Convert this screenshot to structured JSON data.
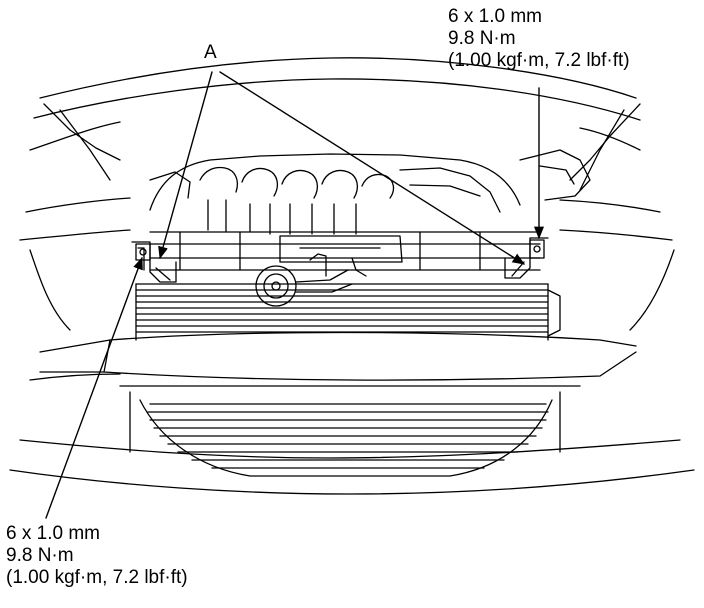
{
  "diagram": {
    "part_label": "A",
    "callouts": {
      "top_right": {
        "bolt_size": "6 x 1.0 mm",
        "torque_nm": "9.8 N·m",
        "torque_alt": "(1.00 kgf·m, 7.2 lbf·ft)"
      },
      "bottom_left": {
        "bolt_size": "6 x 1.0 mm",
        "torque_nm": "9.8 N·m",
        "torque_alt": "(1.00 kgf·m, 7.2 lbf·ft)"
      }
    }
  },
  "colors": {
    "line": "#000000",
    "background": "#ffffff"
  }
}
